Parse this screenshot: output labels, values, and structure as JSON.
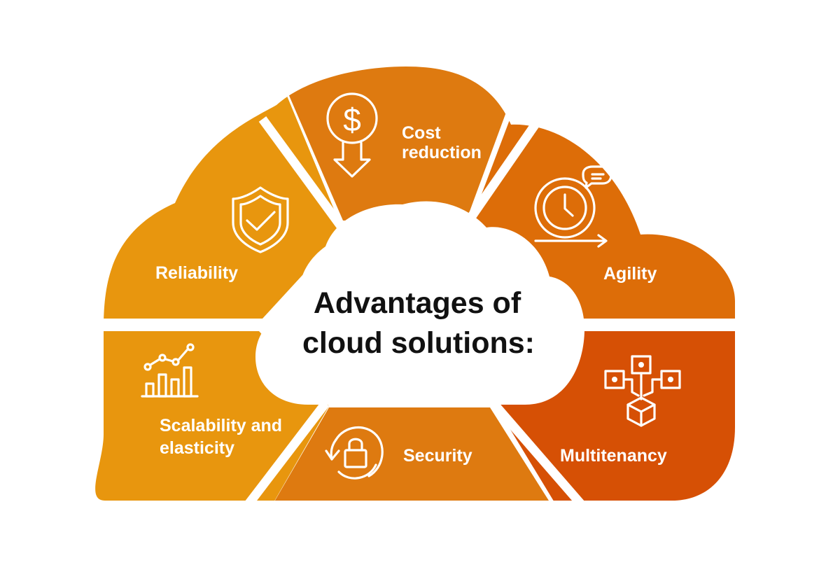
{
  "title": {
    "line1": "Advantages of",
    "line2": "cloud solutions:"
  },
  "segments": [
    {
      "id": "cost",
      "label_line1": "Cost",
      "label_line2": "reduction",
      "icon": "dollar-down-icon",
      "color": "#de7a10"
    },
    {
      "id": "reliability",
      "label_line1": "Reliability",
      "label_line2": "",
      "icon": "shield-check-icon",
      "color": "#e8960e"
    },
    {
      "id": "agility",
      "label_line1": "Agility",
      "label_line2": "",
      "icon": "stopwatch-chat-icon",
      "color": "#dd6d08"
    },
    {
      "id": "scalability",
      "label_line1": "Scalability and",
      "label_line2": "elasticity",
      "icon": "growth-chart-icon",
      "color": "#e8960e"
    },
    {
      "id": "security",
      "label_line1": "Security",
      "label_line2": "",
      "icon": "refresh-lock-icon",
      "color": "#de7a10"
    },
    {
      "id": "multitenancy",
      "label_line1": "Multitenancy",
      "label_line2": "",
      "icon": "network-cube-icon",
      "color": "#d65005"
    }
  ]
}
